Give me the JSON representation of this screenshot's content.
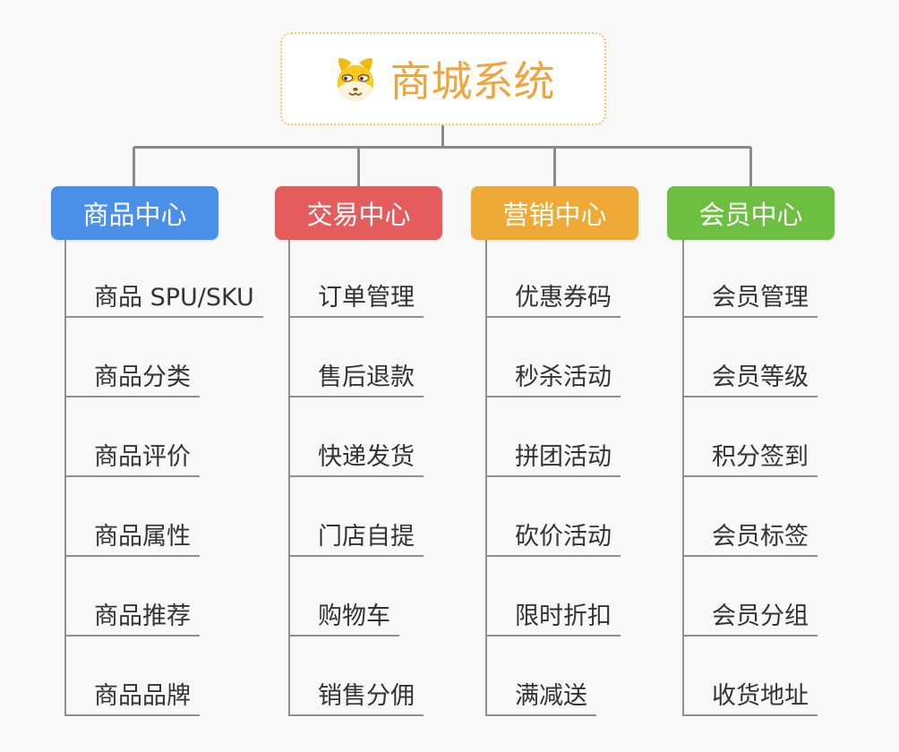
{
  "page": {
    "background_color": "#f8f8f8",
    "connector_color": "#8a8a8a"
  },
  "root": {
    "title": "商城系统",
    "title_color": "#f2a43c",
    "border_color": "#f2c476",
    "icon": "dog-face-icon"
  },
  "branches": [
    {
      "label": "商品中心",
      "color": "#4a90e8",
      "children": [
        "商品 SPU/SKU",
        "商品分类",
        "商品评价",
        "商品属性",
        "商品推荐",
        "商品品牌"
      ]
    },
    {
      "label": "交易中心",
      "color": "#e45c5c",
      "children": [
        "订单管理",
        "售后退款",
        "快递发货",
        "门店自提",
        "购物车",
        "销售分佣"
      ]
    },
    {
      "label": "营销中心",
      "color": "#efa937",
      "children": [
        "优惠券码",
        "秒杀活动",
        "拼团活动",
        "砍价活动",
        "限时折扣",
        "满减送"
      ]
    },
    {
      "label": "会员中心",
      "color": "#6cbf40",
      "children": [
        "会员管理",
        "会员等级",
        "积分签到",
        "会员标签",
        "会员分组",
        "收货地址"
      ]
    }
  ]
}
